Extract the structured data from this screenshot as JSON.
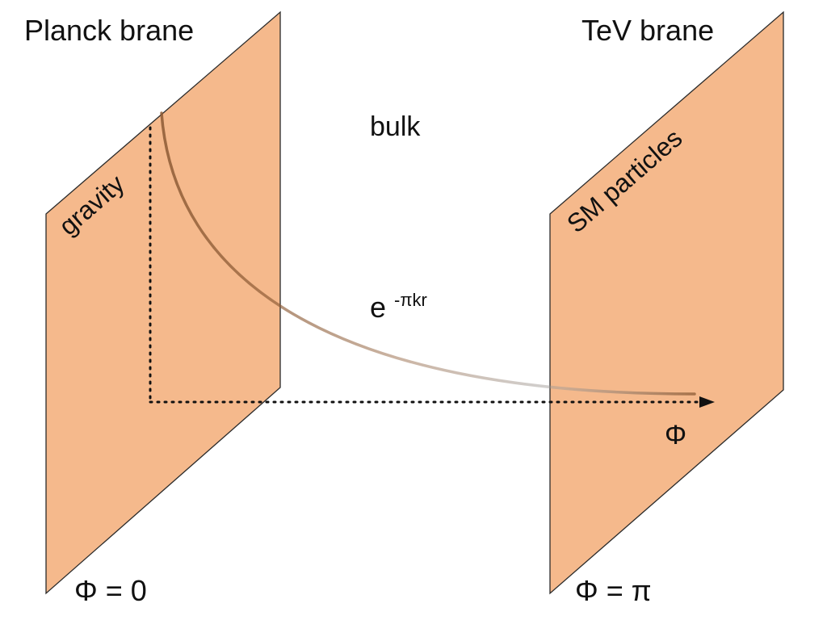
{
  "diagram": {
    "colors": {
      "brane_fill": "#f5b98c",
      "brane_stroke": "#2a2a2a",
      "curve": "#8c5a34",
      "axis": "#111111"
    },
    "planck_brane": {
      "title": "Planck brane",
      "field_label": "gravity",
      "phi_label": "Φ = 0"
    },
    "tev_brane": {
      "title": "TeV brane",
      "field_label": "SM particles",
      "phi_label": "Φ = π"
    },
    "bulk_label": "bulk",
    "warp_factor": {
      "base": "e",
      "exponent": "-πkr"
    },
    "axis_label": "Φ"
  }
}
